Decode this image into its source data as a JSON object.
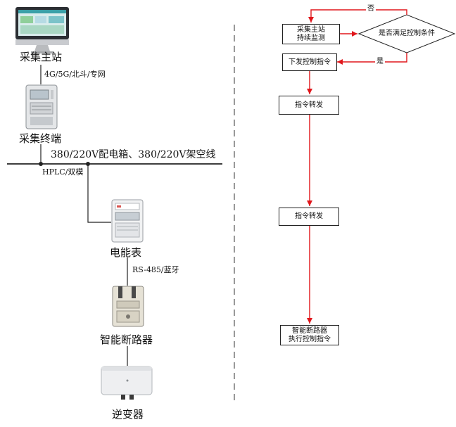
{
  "topology": {
    "station": {
      "label": "采集主站"
    },
    "link_station_terminal": "4G/5G/北斗/专网",
    "terminal": {
      "label": "采集终端"
    },
    "bus_label": "380/220V配电箱、380/220V架空线",
    "link_bus_meter": "HPLC/双模",
    "meter": {
      "label": "电能表"
    },
    "link_meter_breaker": "RS-485/蓝牙",
    "breaker": {
      "label": "智能断路器"
    },
    "inverter": {
      "label": "逆变器"
    }
  },
  "flow": {
    "monitor": {
      "lines": [
        "采集主站",
        "持续监测"
      ]
    },
    "decision": {
      "label": "是否满足控制条件"
    },
    "no_label": "否",
    "yes_label": "是",
    "issue": {
      "lines": [
        "下发控制指令"
      ]
    },
    "forward1": {
      "lines": [
        "指令转发"
      ]
    },
    "forward2": {
      "lines": [
        "指令转发"
      ]
    },
    "execute": {
      "lines": [
        "智能断路器",
        "执行控制指令"
      ]
    }
  },
  "colors": {
    "arrow": "#e0161b",
    "line": "#222222",
    "divider": "#555555"
  }
}
